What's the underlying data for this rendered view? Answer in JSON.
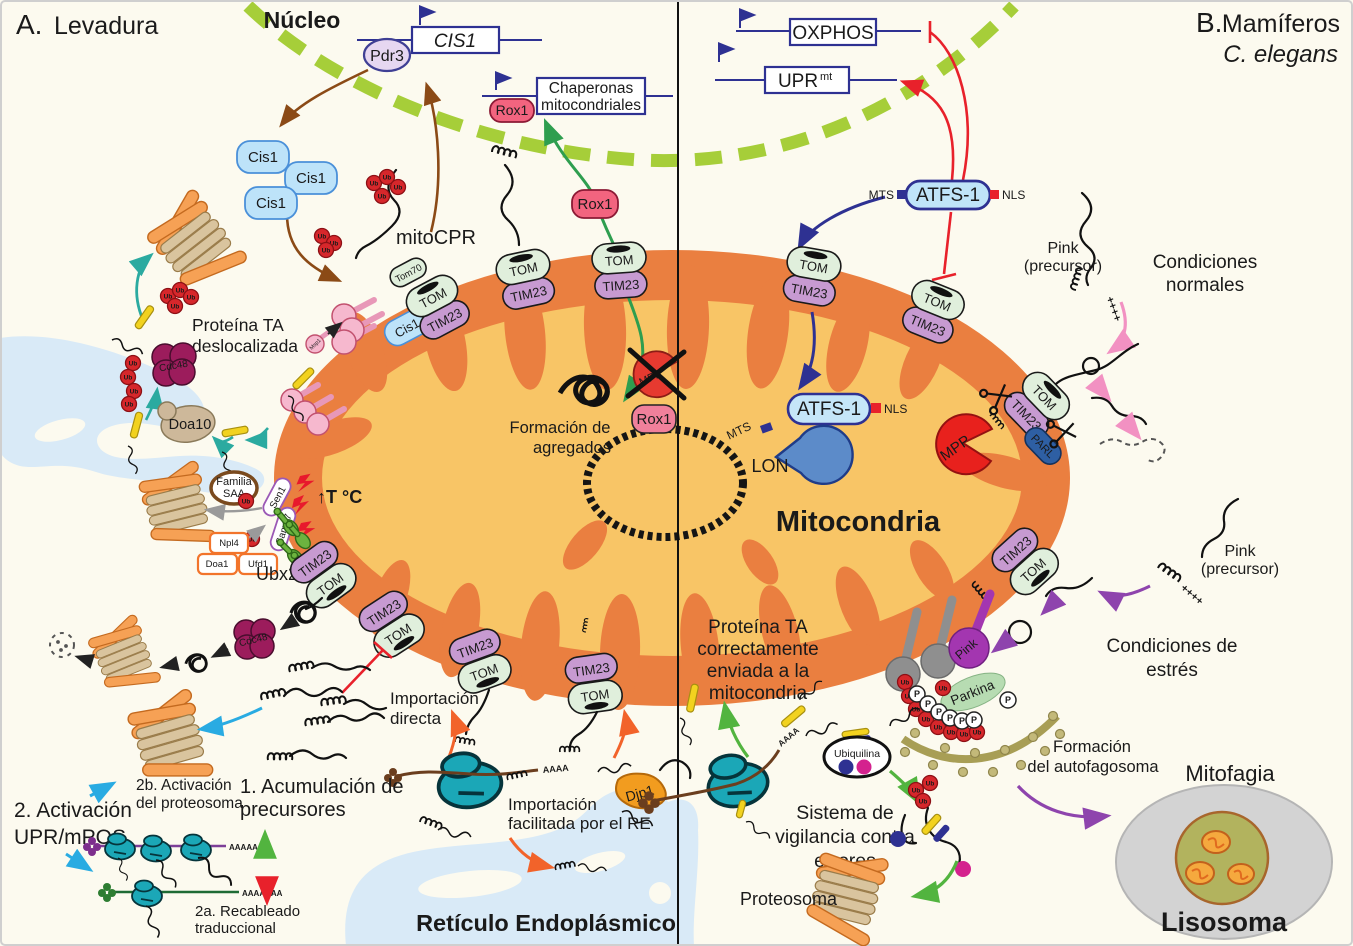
{
  "shared": {
    "tom": "TOM",
    "tim23": "TIM23",
    "tom70": "Tom70",
    "ub": "Ub",
    "p": "P",
    "rox1": "Rox1",
    "cdc48": "Cdc48",
    "msp1": "Msp1",
    "atfs1": "ATFS-1",
    "mts": "MTS",
    "nls": "NLS",
    "pink": "Pink",
    "precursor": "(precursor)",
    "charges": "++++",
    "polya4": "AAAA",
    "polya6": "AAAAAA",
    "polya7": "AAAAAAA"
  },
  "panel_a": {
    "letter": "A.",
    "title": "Levadura",
    "nucleo": "Núcleo",
    "gene_cis1": "CIS1",
    "pdr3": "Pdr3",
    "cis1": "Cis1",
    "chap1": "Chaperonas",
    "chap2": "mitocondriales",
    "mitocpr": "mitoCPR",
    "ta1": "Proteína TA",
    "ta2": "deslocalizada",
    "doa10": "Doa10",
    "fam1": "Familia",
    "fam2": "SAA",
    "sen1": "Sen1",
    "sam37": "Sam37",
    "heat": "↑T °C",
    "npl4": "Npl4",
    "doa1": "Doa1",
    "ufd1": "Ufd1",
    "ubx2": "Ubx2",
    "impd1": "Importación",
    "impd2": "directa",
    "impre1": "Importación",
    "impre2": "facilitada por el RE",
    "djp1": "Djp1",
    "re": "Retículo Endoplásmico",
    "acum1": "1. Acumulación de",
    "acum2": "precursores",
    "act2b1": "2b. Activación",
    "act2b2": "del proteosoma",
    "act21": "2. Activación",
    "act22": "UPR/mPOS",
    "rec1": "2a. Recableado",
    "rec2": "traduccional"
  },
  "center": {
    "mito": "Mitocondria",
    "agg1": "Formación de",
    "agg2": "agregados",
    "mpp": "MPP"
  },
  "panel_b": {
    "letter": "B.",
    "title": "Mamíferos",
    "subtitle": "C. elegans",
    "oxphos": "OXPHOS",
    "upr": "UPR",
    "uprsup": "mt",
    "lon": "LON",
    "parl": "PARL",
    "mpp": "MPP",
    "cn1": "Condiciones",
    "cn2": "normales",
    "ce1": "Condiciones de",
    "ce2": "estrés",
    "parkina": "Parkina",
    "af1": "Formación",
    "af2": "del autofagosoma",
    "mitofagia": "Mitofagia",
    "lisosoma": "Lisosoma",
    "tac1": "Proteína TA",
    "tac2": "correctamente",
    "tac3": "enviada a la",
    "tac4": "mitocondria",
    "vig1": "Sistema de",
    "vig2": "vigilancia contra",
    "vig3": "errores",
    "ubiquilina": "Ubiquilina",
    "proteosoma": "Proteosoma"
  },
  "colors": {
    "background": "#FCFAEF",
    "nucleus_dash": "#A6CE39",
    "navy": "#2E3192",
    "red": "#E8212B",
    "teal_arrow": "#2BAAA0",
    "brown_arrow": "#8B4A16",
    "orange_arrow": "#F2632A",
    "purple": "#8E44AD",
    "pink_arrow": "#F291C2",
    "pink_label": "#F06EB2",
    "blue_label": "#2E75B6",
    "light_blue_arrow": "#29ABE2",
    "green_arrow": "#2E9E4F",
    "bright_green_arrow": "#52B43F",
    "mito_rim": "#EA7F40",
    "mito_matrix": "#F8C566",
    "mito_title": "#B23A2F",
    "er_blue": "#D9EAF7",
    "ub_red": "#D6272B",
    "cdc48_maroon": "#9C1C5C",
    "tom_green": "#E0EFDC",
    "tim_purple": "#C79AD1",
    "atfs_blue": "#BFE4F8",
    "lysosome_gray": "#D3D3D3",
    "autophagosome_olive": "#A89E55",
    "parkin_green": "#B7DCB2",
    "pink_head_purple": "#A336B0"
  }
}
